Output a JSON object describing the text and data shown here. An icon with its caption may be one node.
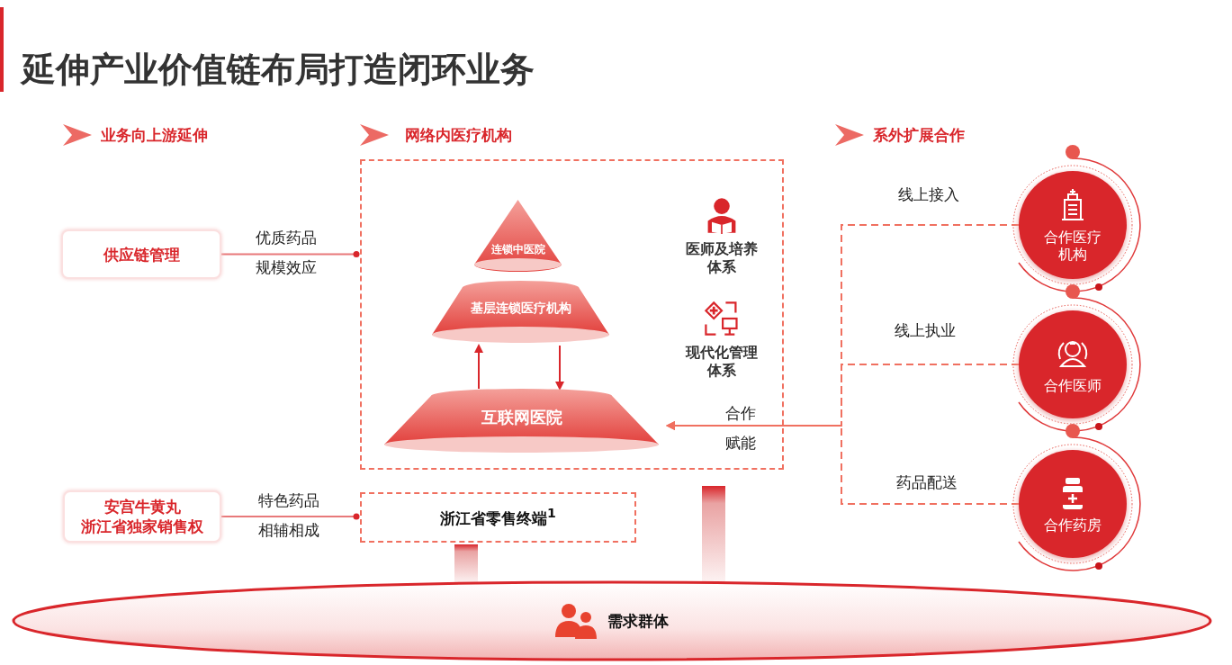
{
  "diagram": {
    "title": "延伸产业价值链布局打造闭环业务",
    "nodes": [
      {
        "text": [
          "供应链管理"
        ]
      },
      {
        "text": [
          "安宫牛黄丸",
          "浙江省独家销售权"
        ]
      },
      {
        "text": [
          "网络内医疗机构"
        ]
      },
      {
        "text": [
          "连锁中医院"
        ],
        "in": 2
      },
      {
        "text": [
          "基层连锁医疗机构"
        ],
        "in": 2
      },
      {
        "text": [
          "互联网医院"
        ],
        "in": 2
      },
      {
        "text": [
          "医师及培养体系"
        ],
        "in": 2
      },
      {
        "text": [
          "现代化管理体系"
        ],
        "in": 2
      },
      {
        "text": [
          "浙江省零售终端$^{1}$"
        ]
      },
      {
        "text": [
          "需求群体"
        ]
      },
      {
        "text": [
          "合作医疗机构"
        ]
      },
      {
        "text": [
          "合作医师"
        ]
      },
      {
        "text": [
          "合作药房"
        ]
      }
    ],
    "edges": [
      {
        "from": 0,
        "to": 2,
        "arrow": "other"
      },
      {
        "from": 1,
        "to": 8,
        "arrow": "other"
      },
      {
        "from": 5,
        "to": 4,
        "arrow": "to",
        "color": "#d9262b"
      },
      {
        "from": 4,
        "to": 5,
        "arrow": "to",
        "color": "#d9262b"
      },
      {
        "from": 10,
        "to": 5,
        "arrow": "to",
        "style": "dashed",
        "label": "线上接入"
      },
      {
        "from": 11,
        "to": 5,
        "arrow": "to",
        "style": "dashed",
        "label": "线上执业"
      },
      {
        "from": 12,
        "to": 5,
        "arrow": "to",
        "style": "dashed",
        "label": "药品配送"
      },
      {
        "from": 8,
        "to": 9,
        "arrow": "none",
        "style": "thick",
        "color": "#e9a3a3"
      },
      {
        "from": 2,
        "to": 9,
        "arrow": "none",
        "style": "thick",
        "color": "#e9a3a3"
      }
    ],
    "labels": [
      "业务向上游延伸",
      "系外扩展合作",
      "优质药品",
      "规模效应",
      "特色药品",
      "相辅相成",
      "合作",
      "赋能"
    ]
  }
}
